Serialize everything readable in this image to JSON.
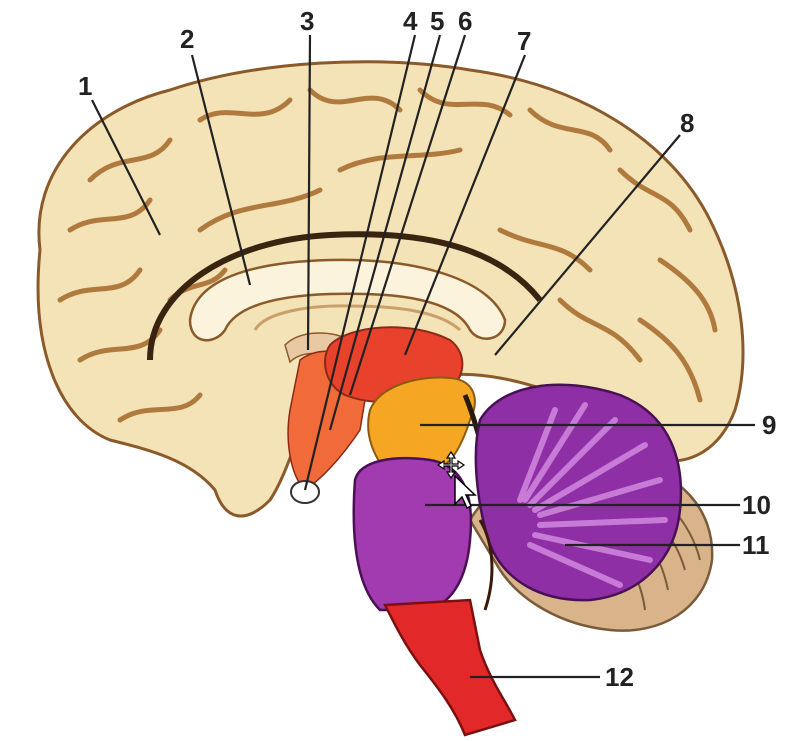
{
  "diagram": {
    "labels": [
      {
        "id": "label-1",
        "text": "1"
      },
      {
        "id": "label-2",
        "text": "2"
      },
      {
        "id": "label-3",
        "text": "3"
      },
      {
        "id": "label-4",
        "text": "4"
      },
      {
        "id": "label-5",
        "text": "5"
      },
      {
        "id": "label-6",
        "text": "6"
      },
      {
        "id": "label-7",
        "text": "7"
      },
      {
        "id": "label-8",
        "text": "8"
      },
      {
        "id": "label-9",
        "text": "9"
      },
      {
        "id": "label-10",
        "text": "10"
      },
      {
        "id": "label-11",
        "text": "11"
      },
      {
        "id": "label-12",
        "text": "12"
      }
    ],
    "colors": {
      "cortex": "#f3e3b6",
      "cortex_outline": "#8a5a2a",
      "sulcus": "#b07a3e",
      "corpus_callosum": "#fbf3dc",
      "thalamus": "#e8412c",
      "hypothalamus": "#f06a3a",
      "midbrain": "#f5a623",
      "pons": "#a23bb0",
      "cerebellum": "#8e2fa5",
      "arbor_vitae": "#c77ad6",
      "medulla": "#e3282a",
      "cerebellum_outer": "#d9b48a"
    },
    "cursor": {
      "icon": "move-cursor-icon"
    }
  }
}
